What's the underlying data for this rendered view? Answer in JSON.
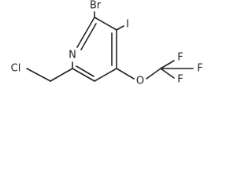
{
  "molecule": {
    "atoms": {
      "br": "Br",
      "i": "I",
      "n": "N",
      "o": "O",
      "cl": "Cl",
      "f_top": "F",
      "f_right": "F",
      "f_bottom": "F"
    }
  }
}
